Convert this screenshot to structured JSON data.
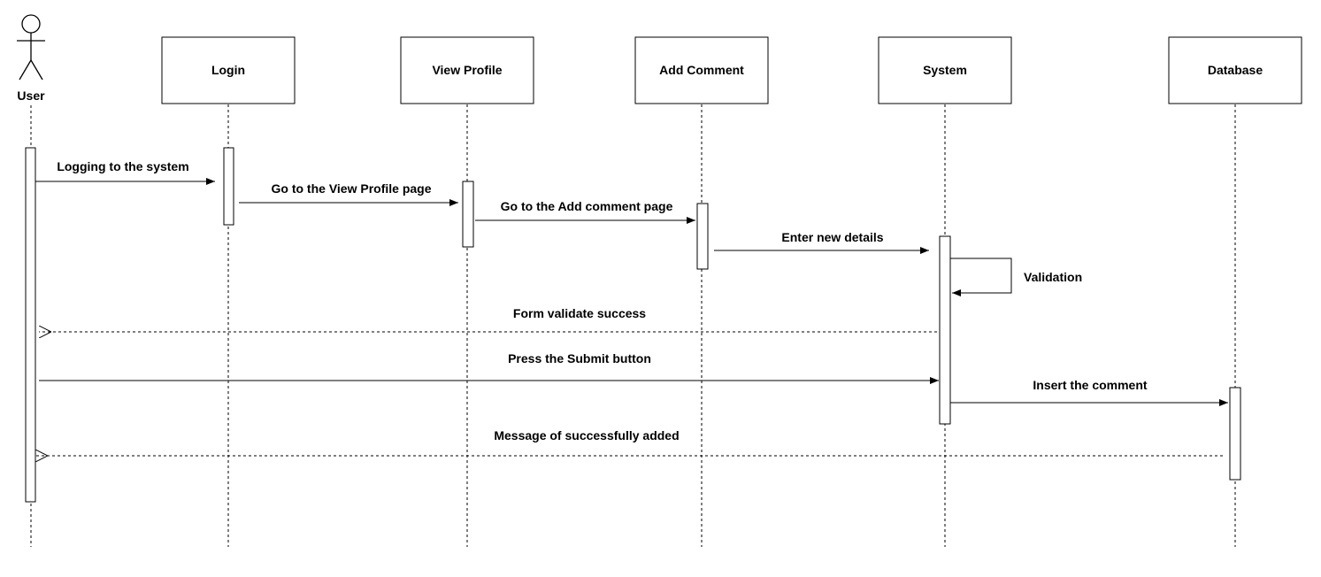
{
  "actor": {
    "label": "User"
  },
  "participants": [
    {
      "id": "login",
      "label": "Login"
    },
    {
      "id": "view-profile",
      "label": "View Profile"
    },
    {
      "id": "add-comment",
      "label": "Add Comment"
    },
    {
      "id": "system",
      "label": "System"
    },
    {
      "id": "database",
      "label": "Database"
    }
  ],
  "messages": [
    {
      "label": "Logging to the system",
      "from": "User",
      "to": "Login",
      "style": "solid"
    },
    {
      "label": "Go to the View Profile page",
      "from": "Login",
      "to": "View Profile",
      "style": "solid"
    },
    {
      "label": "Go to the Add comment page",
      "from": "View Profile",
      "to": "Add Comment",
      "style": "solid"
    },
    {
      "label": "Enter new details",
      "from": "Add Comment",
      "to": "System",
      "style": "solid"
    },
    {
      "label": "Validation",
      "from": "System",
      "to": "System",
      "style": "self"
    },
    {
      "label": "Form validate success",
      "from": "System",
      "to": "User",
      "style": "dashed"
    },
    {
      "label": "Press the Submit button",
      "from": "User",
      "to": "System",
      "style": "solid"
    },
    {
      "label": "Insert the comment",
      "from": "System",
      "to": "Database",
      "style": "solid"
    },
    {
      "label": "Message of successfully added",
      "from": "Database",
      "to": "User",
      "style": "dashed"
    }
  ]
}
